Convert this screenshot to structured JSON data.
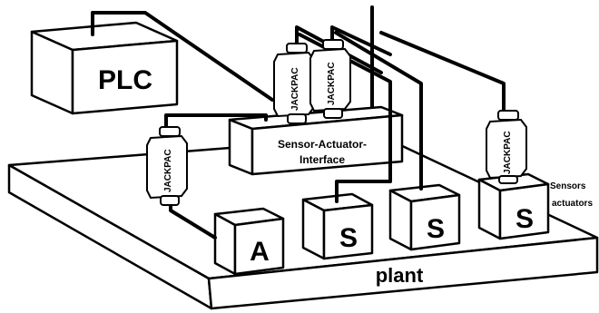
{
  "diagram": {
    "plc_label": "PLC",
    "interface_label_line1": "Sensor-Actuator-",
    "interface_label_line2": "Interface",
    "plant_label": "plant",
    "jackpac_label": "JACKPAC",
    "module_labels": [
      "A",
      "S",
      "S",
      "S"
    ],
    "side_label_line1": "Sensors",
    "side_label_line2": "actuators"
  }
}
